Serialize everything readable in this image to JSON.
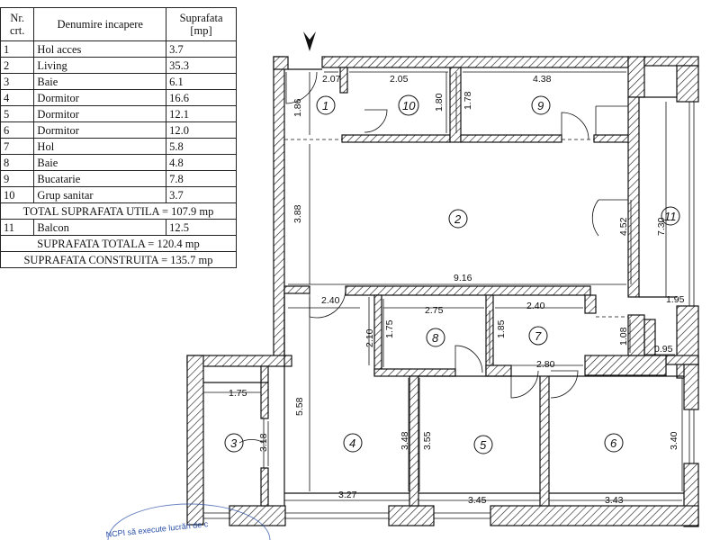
{
  "table": {
    "header": {
      "nr": "Nr. crt.",
      "name": "Denumire incapere",
      "area": "Suprafata [mp]"
    },
    "rooms": [
      {
        "nr": "1",
        "name": "Hol acces",
        "area": "3.7"
      },
      {
        "nr": "2",
        "name": "Living",
        "area": "35.3"
      },
      {
        "nr": "3",
        "name": "Baie",
        "area": "6.1"
      },
      {
        "nr": "4",
        "name": "Dormitor",
        "area": "16.6"
      },
      {
        "nr": "5",
        "name": "Dormitor",
        "area": "12.1"
      },
      {
        "nr": "6",
        "name": "Dormitor",
        "area": "12.0"
      },
      {
        "nr": "7",
        "name": "Hol",
        "area": "5.8"
      },
      {
        "nr": "8",
        "name": "Baie",
        "area": "4.8"
      },
      {
        "nr": "9",
        "name": "Bucatarie",
        "area": "7.8"
      },
      {
        "nr": "10",
        "name": "Grup sanitar",
        "area": "3.7"
      }
    ],
    "total_utila": "TOTAL SUPRAFATA UTILA = 107.9 mp",
    "balcony": {
      "nr": "11",
      "name": "Balcon",
      "area": "12.5"
    },
    "total": "SUPRAFATA TOTALA = 120.4 mp",
    "constructed": "SUPRAFATA CONSTRUITA = 135.7 mp"
  },
  "plan": {
    "room_labels": [
      "1",
      "2",
      "3",
      "4",
      "5",
      "6",
      "7",
      "8",
      "9",
      "10",
      "11"
    ],
    "dimensions": {
      "d_2_07": "2.07",
      "d_2_05": "2.05",
      "d_4_38": "4.38",
      "d_1_86": "1.86",
      "d_1_80": "1.80",
      "d_1_78": "1.78",
      "d_3_88": "3.88",
      "d_4_52": "4.52",
      "d_7_30": "7.30",
      "d_9_16": "9.16",
      "d_2_40a": "2.40",
      "d_2_40b": "2.40",
      "d_2_75": "2.75",
      "d_2_10": "2.10",
      "d_1_75v": "1.75",
      "d_1_85": "1.85",
      "d_1_08": "1.08",
      "d_1_95": "1.95",
      "d_0_95": "0.95",
      "d_2_80": "2.80",
      "d_1_75h": "1.75",
      "d_5_58": "5.58",
      "d_3_18": "3.18",
      "d_3_48": "3.48",
      "d_3_55": "3.55",
      "d_3_40": "3.40",
      "d_3_27": "3.27",
      "d_3_45": "3.45",
      "d_3_43": "3.43"
    },
    "stamp_text": "NCPI să execute lucrări de c"
  }
}
